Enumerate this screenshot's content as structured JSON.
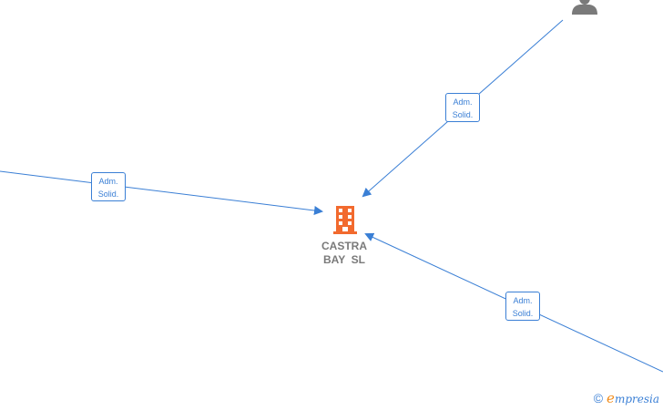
{
  "company": {
    "name_line1": "CASTRA",
    "name_line2": "BAY  SL",
    "icon": "building-icon",
    "color": "#f26a2e"
  },
  "relations": [
    {
      "label_line1": "Adm.",
      "label_line2": "Solid."
    },
    {
      "label_line1": "Adm.",
      "label_line2": "Solid."
    },
    {
      "label_line1": "Adm.",
      "label_line2": "Solid."
    }
  ],
  "person_icon": "person-icon",
  "footer": {
    "copyright_symbol": "©",
    "brand_initial": "e",
    "brand_rest": "mpresia"
  },
  "colors": {
    "edge": "#3a7fd5",
    "person": "#7a7a7a",
    "company_text": "#7a7a7a"
  }
}
